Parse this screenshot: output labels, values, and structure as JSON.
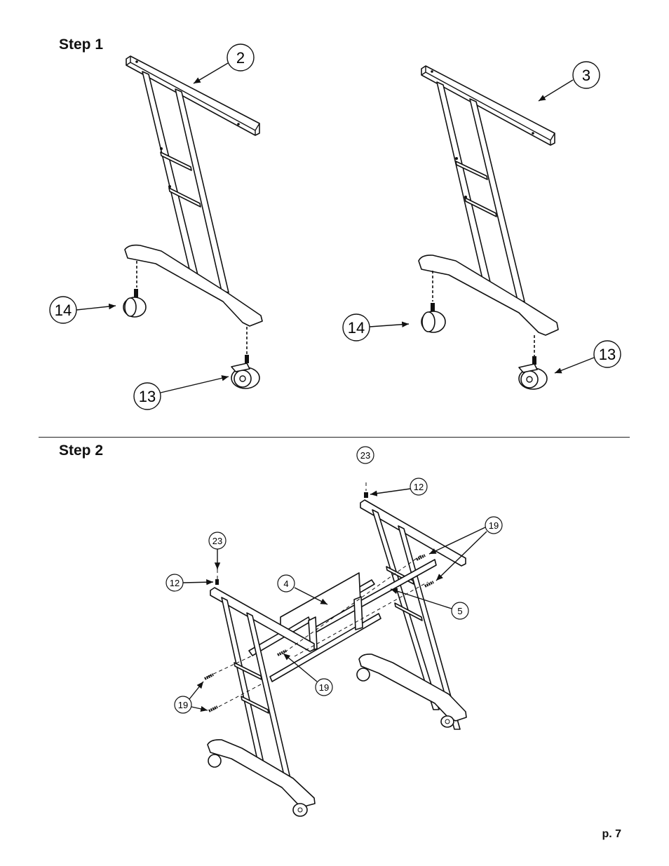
{
  "step1": {
    "title": "Step 1",
    "callouts": {
      "left_frame": "2",
      "right_frame": "3",
      "caster_left_a": "14",
      "caster_left_b": "13",
      "caster_right_a": "14",
      "caster_right_b": "13"
    }
  },
  "step2": {
    "title": "Step 2",
    "callouts": {
      "bolt_top_right": "23",
      "washer_top_right": "12",
      "bolt_top_left": "23",
      "washer_top_left": "12",
      "crossbar": "4",
      "crossbar_2": "5",
      "screws_right": "19",
      "screws_center": "19",
      "screws_left": "19"
    }
  },
  "footer": {
    "page_number": "p. 7"
  }
}
